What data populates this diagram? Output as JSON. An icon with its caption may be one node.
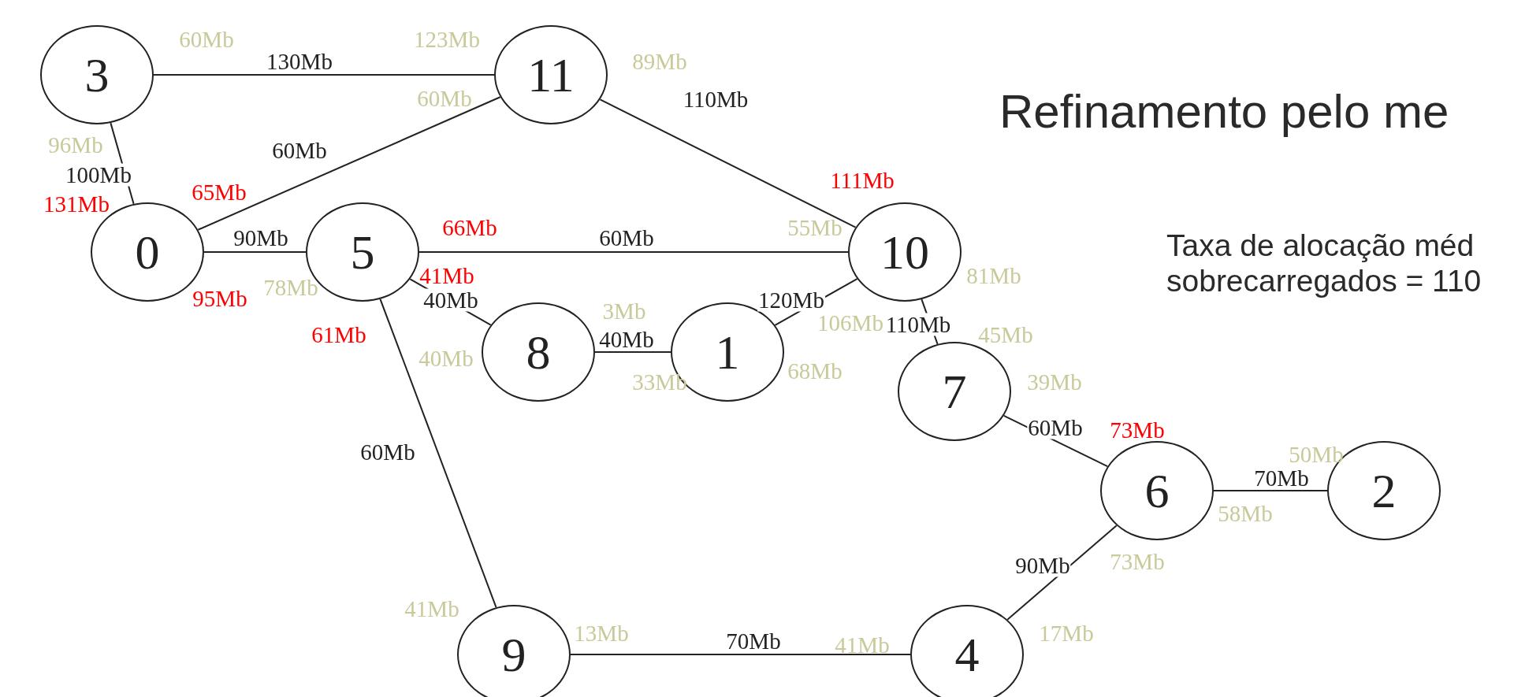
{
  "diagram": {
    "title": "Refinamento pelo me",
    "nodes": [
      {
        "text": [
          "3"
        ]
      },
      {
        "text": [
          "11"
        ]
      },
      {
        "text": [
          "0"
        ]
      },
      {
        "text": [
          "5"
        ]
      },
      {
        "text": [
          "10"
        ]
      },
      {
        "text": [
          "8"
        ]
      },
      {
        "text": [
          "1"
        ]
      },
      {
        "text": [
          "7"
        ]
      },
      {
        "text": [
          "6"
        ]
      },
      {
        "text": [
          "2"
        ]
      },
      {
        "text": [
          "9"
        ]
      },
      {
        "text": [
          "4"
        ]
      }
    ],
    "edges": [
      {
        "from": 0,
        "to": 1,
        "arrow": "none",
        "label": "130Mb"
      },
      {
        "from": 0,
        "to": 2,
        "arrow": "none",
        "label": "100Mb"
      },
      {
        "from": 2,
        "to": 1,
        "arrow": "none",
        "label": "60Mb"
      },
      {
        "from": 1,
        "to": 4,
        "arrow": "none",
        "label": "110Mb"
      },
      {
        "from": 2,
        "to": 3,
        "arrow": "none",
        "label": "90Mb"
      },
      {
        "from": 3,
        "to": 4,
        "arrow": "none",
        "label": "60Mb"
      },
      {
        "from": 3,
        "to": 5,
        "arrow": "none",
        "label": "40Mb"
      },
      {
        "from": 3,
        "to": 10,
        "arrow": "none",
        "label": "60Mb"
      },
      {
        "from": 5,
        "to": 6,
        "arrow": "none",
        "label": "40Mb"
      },
      {
        "from": 6,
        "to": 4,
        "arrow": "none",
        "label": "120Mb"
      },
      {
        "from": 4,
        "to": 7,
        "arrow": "none",
        "label": "110Mb"
      },
      {
        "from": 7,
        "to": 8,
        "arrow": "none",
        "label": "60Mb"
      },
      {
        "from": 8,
        "to": 9,
        "arrow": "none",
        "label": "70Mb"
      },
      {
        "from": 8,
        "to": 11,
        "arrow": "none",
        "label": "90Mb"
      },
      {
        "from": 10,
        "to": 11,
        "arrow": "none",
        "label": "70Mb"
      }
    ],
    "labels": [
      "60Mb",
      "123Mb",
      "89Mb",
      "60Mb",
      "96Mb",
      "111Mb",
      "65Mb",
      "131Mb",
      "66Mb",
      "55Mb",
      "41Mb",
      "81Mb",
      "78Mb",
      "95Mb",
      "3Mb",
      "106Mb",
      "61Mb",
      "45Mb",
      "40Mb",
      "68Mb",
      "33Mb",
      "39Mb",
      "73Mb",
      "50Mb",
      "58Mb",
      "73Mb",
      "41Mb",
      "13Mb",
      "41Mb",
      "17Mb",
      "Taxa de alocação méd",
      "sobrecarregados = 110"
    ]
  }
}
